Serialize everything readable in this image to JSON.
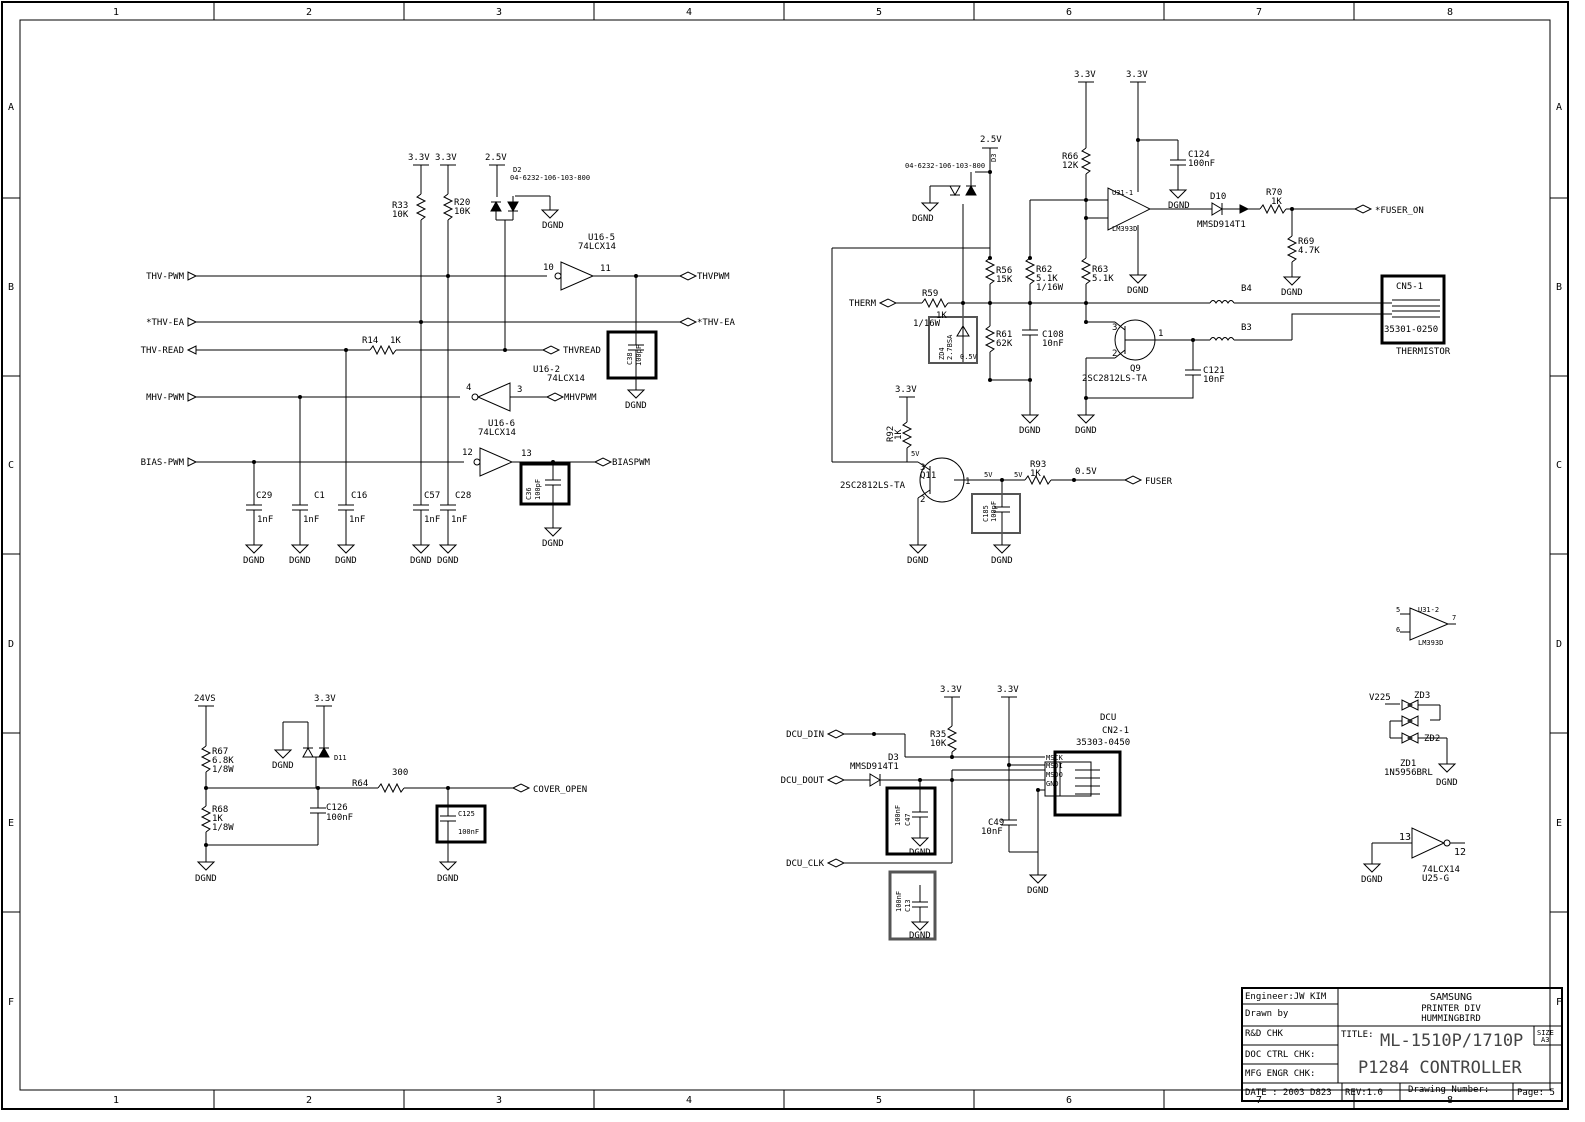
{
  "frame": {
    "columns": [
      "1",
      "2",
      "3",
      "4",
      "5",
      "6",
      "7",
      "8"
    ],
    "rows": [
      "A",
      "B",
      "C",
      "D",
      "E",
      "F"
    ]
  },
  "title_block": {
    "engineer": "Engineer:JW KIM",
    "drawn_by": "Drawn by",
    "rd_chk": "R&D CHK",
    "doc_ctrl_chk": "DOC CTRL CHK:",
    "mfg_engr_chk": "MFG ENGR CHK:",
    "company": "SAMSUNG",
    "division": "PRINTER DIV",
    "project": "HUMMINGBIRD",
    "title_label": "TITLE:",
    "title_line1": "ML-1510P/1710P",
    "title_line2": "P1284 CONTROLLER",
    "size_label": "SIZE",
    "size_value": "A3",
    "date": "DATE : 2003 D823",
    "rev": "REV:1.0",
    "drawing_number": "Drawing Number:",
    "page": "Page: 5"
  },
  "schematic": {
    "power": {
      "v33": "3.3V",
      "v25": "2.5V",
      "v24s": "24VS",
      "gnd": "DGND"
    },
    "block_thv": {
      "nets": {
        "thv_pwm": "THV-PWM",
        "thv_ea": "*THV-EA",
        "thv_read": "THV-READ",
        "mhv_pwm": "MHV-PWM",
        "bias_pwm": "BIAS-PWM"
      },
      "local_nets": {
        "thvpwm": "THVPWM",
        "thv_ea_out": "*THV-EA",
        "thvread": "THVREAD",
        "mhvpwm": "MHVPWM",
        "biaspwm": "BIASPWM"
      },
      "r33": "R33",
      "r33v": "10K",
      "r20": "R20",
      "r20v": "10K",
      "r14": "R14",
      "r14v": "1K",
      "u16_5": "U16-5",
      "u16_2": "U16-2",
      "u16_6": "U16-6",
      "lcx": "74LCX14",
      "p10": "10",
      "p11": "11",
      "p4": "4",
      "p3": "3",
      "p12": "12",
      "p13": "13",
      "d2": "D2",
      "d2part": "04-6232-106-103-800",
      "caps": [
        {
          "name": "C29",
          "value": "1nF"
        },
        {
          "name": "C1",
          "value": "1nF"
        },
        {
          "name": "C16",
          "value": "1nF"
        },
        {
          "name": "C57",
          "value": "1nF"
        },
        {
          "name": "C28",
          "value": "1nF"
        }
      ],
      "c36": "C36",
      "c36v": "100pF",
      "c38": "C38",
      "c38v": "100pF"
    },
    "block_fuser": {
      "r66": "R66",
      "r66v": "12K",
      "c124": "C124",
      "c124v": "100nF",
      "u31": "U31-1",
      "lm": "LM393D",
      "d10": "D10",
      "d10part": "MMSD914T1",
      "r70": "R70",
      "r70v": "1K",
      "r69": "R69",
      "r69v": "4.7K",
      "fuser_on": "*FUSER_ON",
      "d3part": "04-6232-106-103-800",
      "d3": "D3",
      "r56": "R56",
      "r56v": "15K",
      "r62": "R62",
      "r62v": "5.1K",
      "r62w": "1/16W",
      "r63": "R63",
      "r63v": "5.1K",
      "therm": "THERM",
      "r59": "R59",
      "r59v": "1K",
      "r59w": "1/16W",
      "zd4": "ZD4",
      "zd4v": "2.7BSA",
      "zd4b": "0.5V",
      "r61": "R61",
      "r61v": "62K",
      "c108": "C108",
      "c108v": "10nF",
      "q9": "Q9",
      "q9part": "2SC2812LS-TA",
      "c121": "C121",
      "c121v": "10nF",
      "b4": "B4",
      "b3": "B3",
      "cn5": "CN5-1",
      "cn5part": "35301-0250",
      "thermistor": "THERMISTOR",
      "r92": "R92",
      "r92v": "1K",
      "q11": "Q11",
      "q11part": "2SC2812LS-TA",
      "r93": "R93",
      "r93v": "1K",
      "v5": "5V",
      "v05": "0.5V",
      "fuser": "FUSER",
      "c185": "C185",
      "c185v": "100pF",
      "pin1": "1",
      "pin2": "2",
      "pin3": "3"
    },
    "block_cover": {
      "r67": "R67",
      "r67v": "6.8K",
      "r67w": "1/8W",
      "r68": "R68",
      "r68v": "1K",
      "r68w": "1/8W",
      "d11": "D11",
      "r64": "R64",
      "r64v": "300",
      "c126": "C126",
      "c126v": "100nF",
      "c125": "C125",
      "c125v": "100nF",
      "cover_open": "COVER_OPEN"
    },
    "block_dcu": {
      "dcu_din": "DCU_DIN",
      "dcu_dout": "DCU_DOUT",
      "dcu_clk": "DCU_CLK",
      "d3": "D3",
      "d3part": "MMSD914T1",
      "r35": "R35",
      "r35v": "10K",
      "c47": "C47",
      "c47v": "100nF",
      "c13": "C13",
      "c13v": "100nF",
      "c49": "C49",
      "c49v": "10nF",
      "dcu": "DCU",
      "cn2": "CN2-1",
      "cn2part": "35303-0450",
      "pins": [
        "MSCK",
        "MSDI",
        "MSDO",
        "GND"
      ]
    },
    "block_spare": {
      "u31_2": "U31-2",
      "lm": "LM393D",
      "v225": "V225",
      "zd3": "ZD3",
      "zd2": "ZD2",
      "zd1": "ZD1",
      "zdpart": "1N5956BRL",
      "u25": "U25-G",
      "lcx": "74LCX14",
      "p13": "13",
      "p12": "12",
      "p5": "5",
      "p6": "6",
      "p7": "7"
    }
  }
}
